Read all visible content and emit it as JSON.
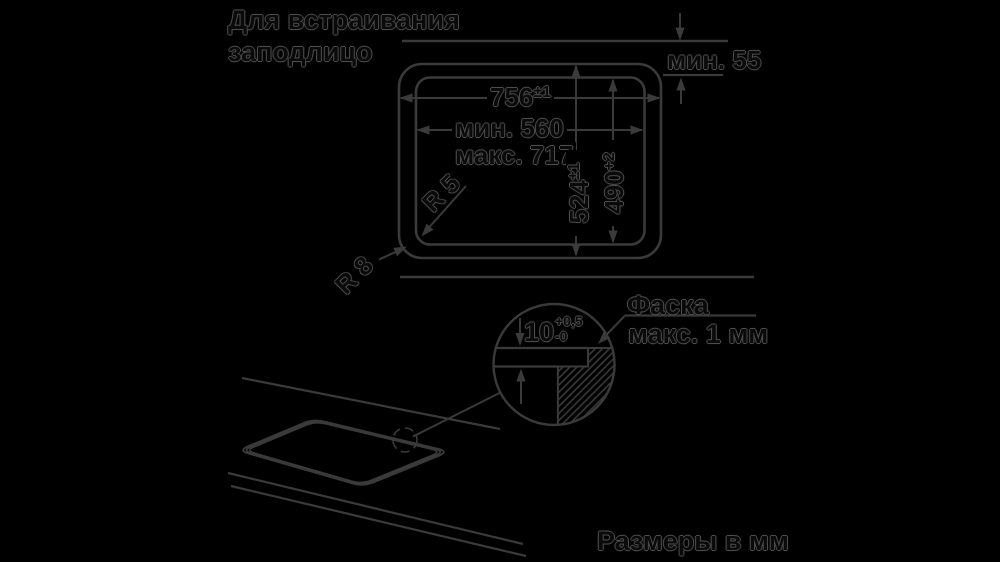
{
  "background": "#000000",
  "colors": {
    "line": "#3a3a3a",
    "text_fill": "#0a0a0a",
    "text_outline": "#4d4d4d"
  },
  "title": {
    "line1": "Для встраивания",
    "line2": "заподлицо"
  },
  "plan_view": {
    "rear_clearance": "мин. 55",
    "cutout_width": "756",
    "cutout_width_tol": "±1",
    "opening_width_min": "мин. 560",
    "opening_width_max": "макс. 717",
    "cutout_depth": "524",
    "cutout_depth_tol": "±1",
    "opening_depth": "490",
    "opening_depth_tol": "+2",
    "radius_inner": "R 5",
    "radius_outer": "R 8"
  },
  "detail_view": {
    "recess_depth": "10",
    "recess_tol_upper": "+0,5",
    "recess_tol_lower": "-0",
    "chamfer_line1": "Фаска",
    "chamfer_line2": "макс. 1 мм"
  },
  "footer": {
    "units_note": "Размеры в мм"
  }
}
